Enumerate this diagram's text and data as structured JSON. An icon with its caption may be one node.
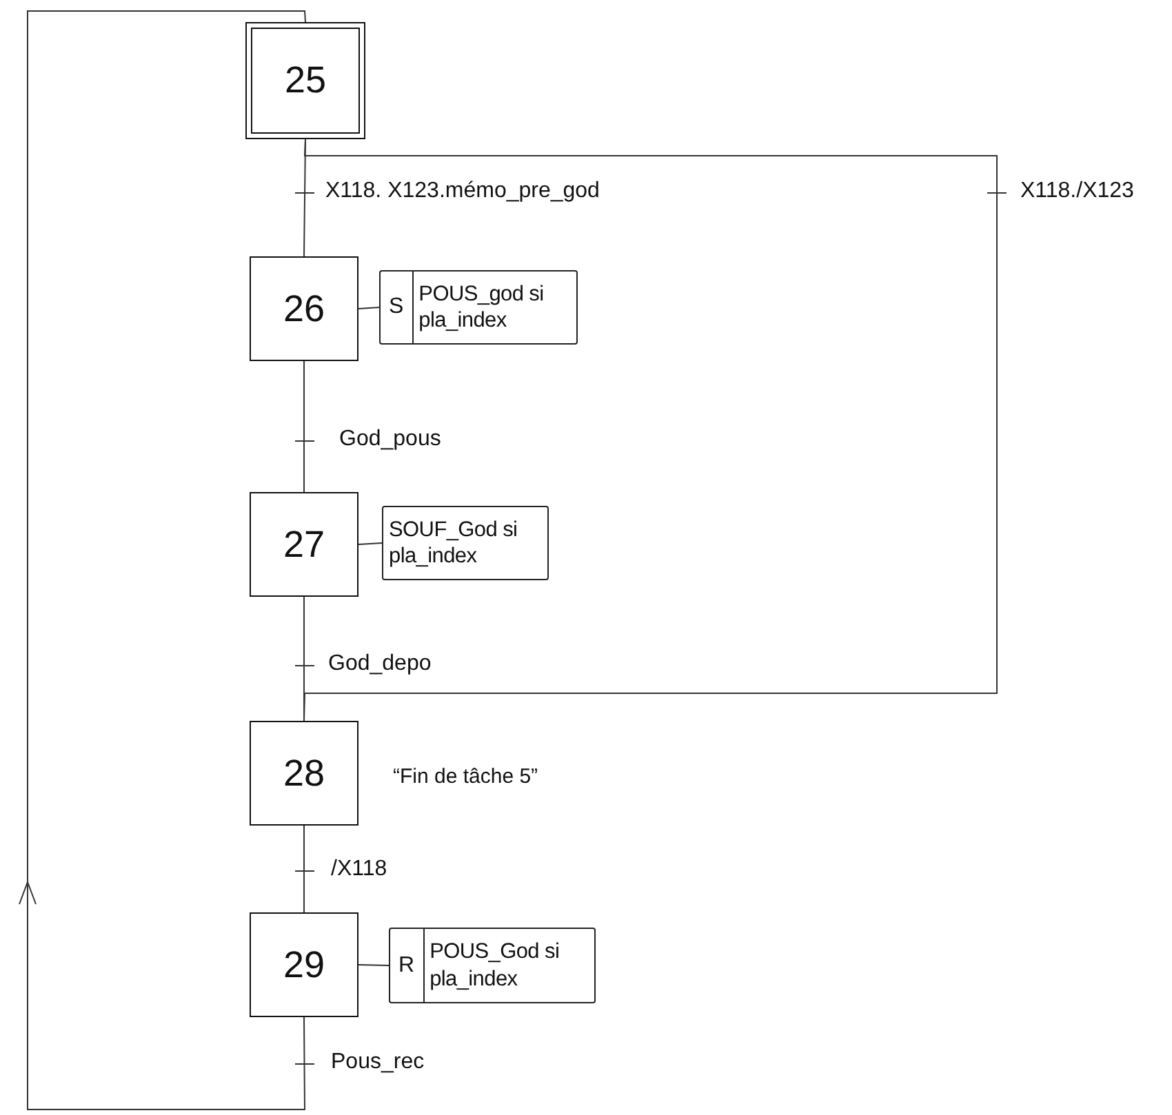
{
  "diagram": {
    "nodes": [
      {
        "text": [
          "25"
        ]
      },
      {
        "text": [
          "26"
        ]
      },
      {
        "text": [
          "S",
          "POUS_god si pla_index"
        ]
      },
      {
        "text": [
          "27"
        ]
      },
      {
        "text": [
          "SOUF_God si pla_index"
        ]
      },
      {
        "text": [
          "28"
        ],
        "beside": [
          "“Fin de tâche 5”"
        ]
      },
      {
        "text": [
          "29"
        ]
      },
      {
        "text": [
          "R",
          "POUS_God si pla_index"
        ]
      }
    ],
    "edges": [
      {
        "from": 0,
        "to": 1,
        "label": "X118. X123.mémo_pre_god",
        "arrow": "none"
      },
      {
        "from": 1,
        "to": 3,
        "label": "God_pous",
        "arrow": "none"
      },
      {
        "from": 3,
        "to": 5,
        "label": "God_depo",
        "arrow": "none"
      },
      {
        "from": 0,
        "to": 5,
        "label": "X118./X123",
        "arrow": "none"
      },
      {
        "from": 5,
        "to": 6,
        "label": "/X118",
        "arrow": "none"
      },
      {
        "from": 6,
        "to": 0,
        "label": "Pous_rec",
        "arrow": "to"
      },
      {
        "from": 1,
        "to": 2,
        "arrow": "none"
      },
      {
        "from": 3,
        "to": 4,
        "arrow": "none"
      },
      {
        "from": 6,
        "to": 7,
        "arrow": "none"
      }
    ]
  }
}
